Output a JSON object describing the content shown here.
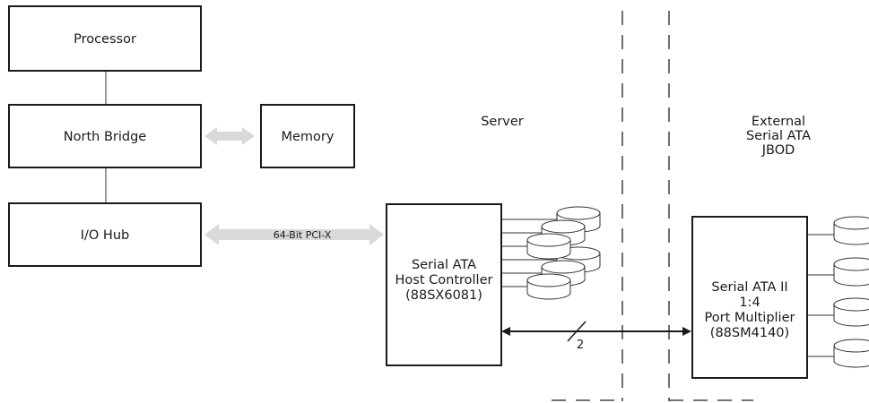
{
  "blocks": {
    "processor": "Processor",
    "north_bridge": "North Bridge",
    "memory": "Memory",
    "io_hub": "I/O Hub",
    "host_controller": [
      "Serial ATA",
      "Host Controller",
      "(88SX6081)"
    ],
    "port_multiplier": [
      "Serial ATA II",
      "1:4",
      "Port Multiplier",
      "(88SM4140)"
    ]
  },
  "links": {
    "pci_bus": "64-Bit PCI-X",
    "cable_count": "2"
  },
  "regions": {
    "server": "Server",
    "external": [
      "External",
      "Serial ATA",
      "JBOD"
    ]
  },
  "colors": {
    "arrow_fill": "#d9d9d9",
    "line": "#333333"
  }
}
